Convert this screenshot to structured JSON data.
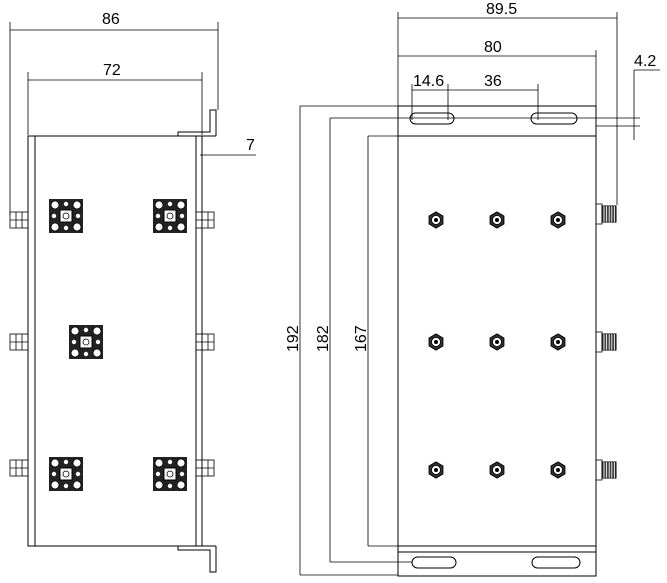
{
  "dimensions": {
    "left_overall_width": "86",
    "left_inner_width": "72",
    "flange_thickness": "7",
    "right_overall_width": "89.5",
    "right_body_width": "80",
    "slot_width": "14.6",
    "slot_spacing": "36",
    "slot_offset": "4.2",
    "overall_height": "192",
    "slot_center_height": "182",
    "body_height": "167"
  },
  "colors": {
    "line": "#000000",
    "background": "#ffffff",
    "connector": "#222222"
  },
  "icons": {
    "sma_connector": "square-flange-connector",
    "tuning_screw": "hex-nut",
    "side_port": "threaded-port"
  }
}
